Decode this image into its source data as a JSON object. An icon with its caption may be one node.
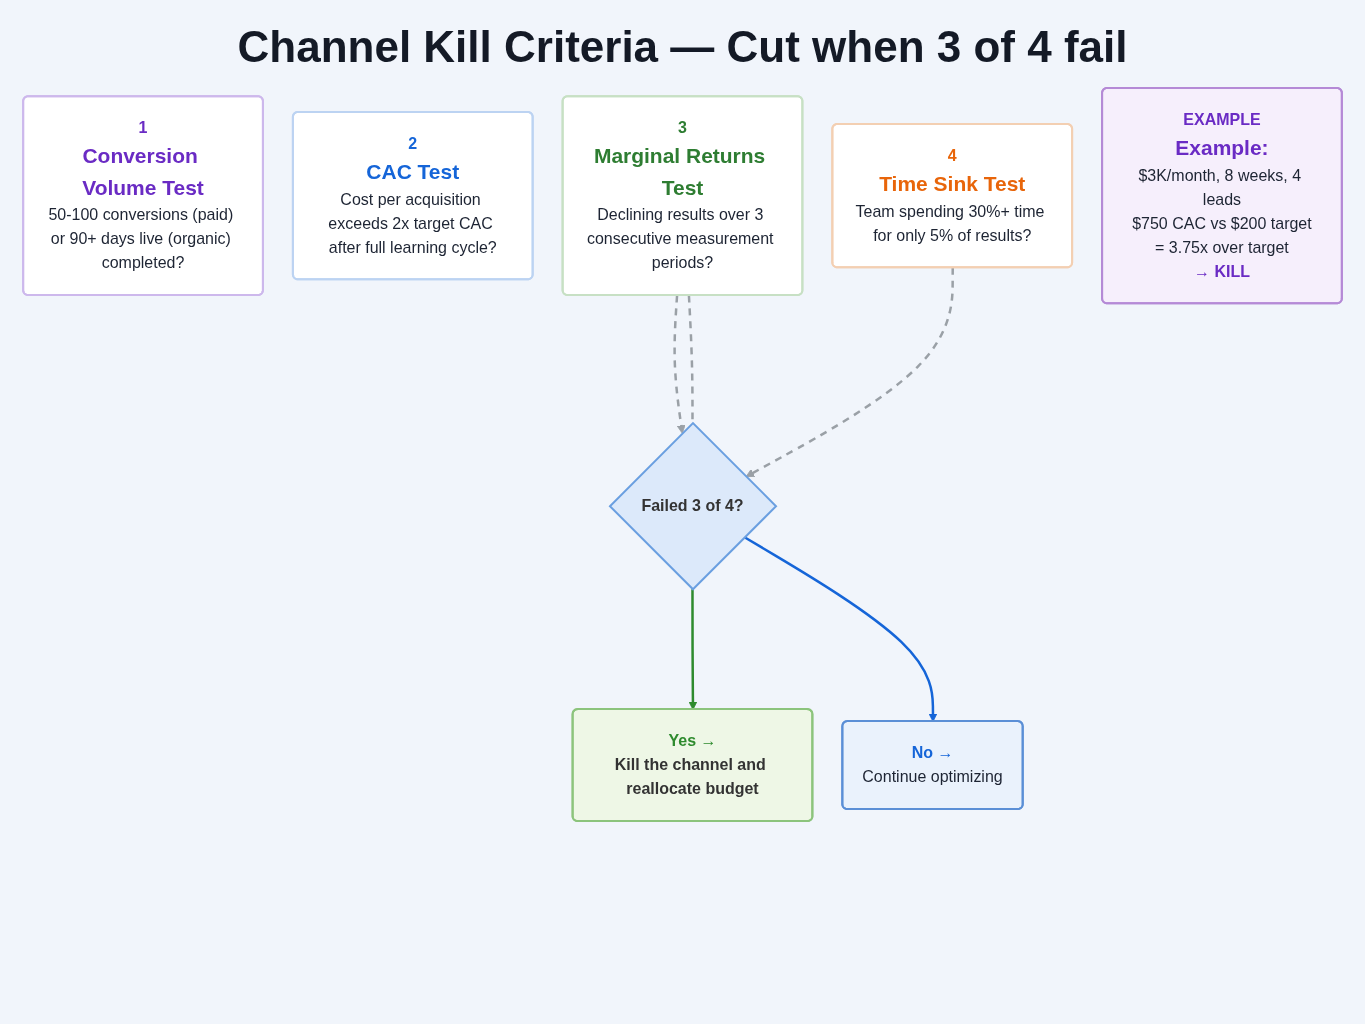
{
  "diagram": {
    "title": "Channel Kill Criteria — Cut when 3 of 4 fail",
    "nodes": [
      {
        "text": [
          "1",
          "Conversion Volume Test",
          "50-100 conversions (paid) or 90+ days live (organic) completed?"
        ]
      },
      {
        "text": [
          "2",
          "CAC Test",
          "Cost per acquisition exceeds 2x target CAC after full learning cycle?"
        ]
      },
      {
        "text": [
          "3",
          "Marginal Returns Test",
          "Declining results over 3 consecutive measurement periods?"
        ]
      },
      {
        "text": [
          "4",
          "Time Sink Test",
          "Team spending 30%+ time for only 5% of results?"
        ]
      },
      {
        "text": [
          "Failed 3 of 4?"
        ]
      },
      {
        "text": [
          "Yes →",
          "Kill the channel and reallocate budget"
        ]
      },
      {
        "text": [
          "No →",
          "Continue optimizing"
        ]
      },
      {
        "text": [
          "EXAMPLE",
          "Example:",
          "$3K/month, 8 weeks, 4 leads",
          "$750 CAC vs $200 target",
          "= 3.75x over target",
          "→ KILL"
        ]
      }
    ],
    "edges": [
      {
        "from": 2,
        "to": 4,
        "arrow": "to",
        "style": "dashed"
      },
      {
        "from": 2,
        "to": 4,
        "arrow": "none",
        "style": "dashed"
      },
      {
        "from": 3,
        "to": 4,
        "arrow": "to",
        "style": "dashed"
      },
      {
        "from": 4,
        "to": 5,
        "arrow": "to",
        "color": "#2e8b2e"
      },
      {
        "from": 4,
        "to": 6,
        "arrow": "to",
        "color": "#1565d8"
      }
    ]
  }
}
